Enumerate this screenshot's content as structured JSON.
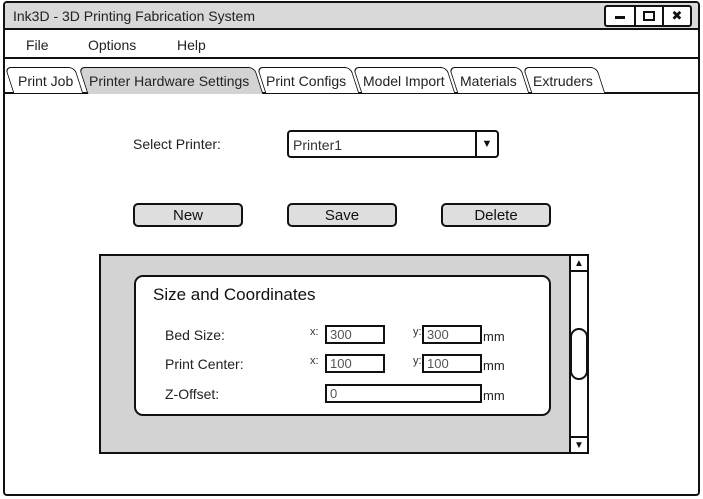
{
  "window": {
    "title": "Ink3D - 3D Printing Fabrication System"
  },
  "menu": {
    "file": "File",
    "options": "Options",
    "help": "Help"
  },
  "tabs": [
    {
      "label": "Print Job"
    },
    {
      "label": "Printer Hardware Settings"
    },
    {
      "label": "Print Configs"
    },
    {
      "label": "Model Import"
    },
    {
      "label": "Materials"
    },
    {
      "label": "Extruders"
    }
  ],
  "active_tab": "Printer Hardware Settings",
  "printer": {
    "label": "Select Printer:",
    "selected": "Printer1"
  },
  "buttons": {
    "new": "New",
    "save": "Save",
    "delete": "Delete"
  },
  "group": {
    "title": "Size and Coordinates",
    "bed_size": {
      "label": "Bed Size:",
      "x_axis": "x:",
      "x": "300",
      "y_axis": "y:",
      "y": "300",
      "unit": "mm"
    },
    "print_center": {
      "label": "Print Center:",
      "x_axis": "x:",
      "x": "100",
      "y_axis": "y:",
      "y": "100",
      "unit": "mm"
    },
    "z_offset": {
      "label": "Z-Offset:",
      "value": "0",
      "unit": "mm"
    }
  },
  "icons": {
    "minimize": "minimize-icon",
    "maximize": "maximize-icon",
    "close": "close-icon",
    "dropdown": "dropdown-arrow-icon",
    "scroll_up": "scroll-up-icon",
    "scroll_down": "scroll-down-icon"
  }
}
